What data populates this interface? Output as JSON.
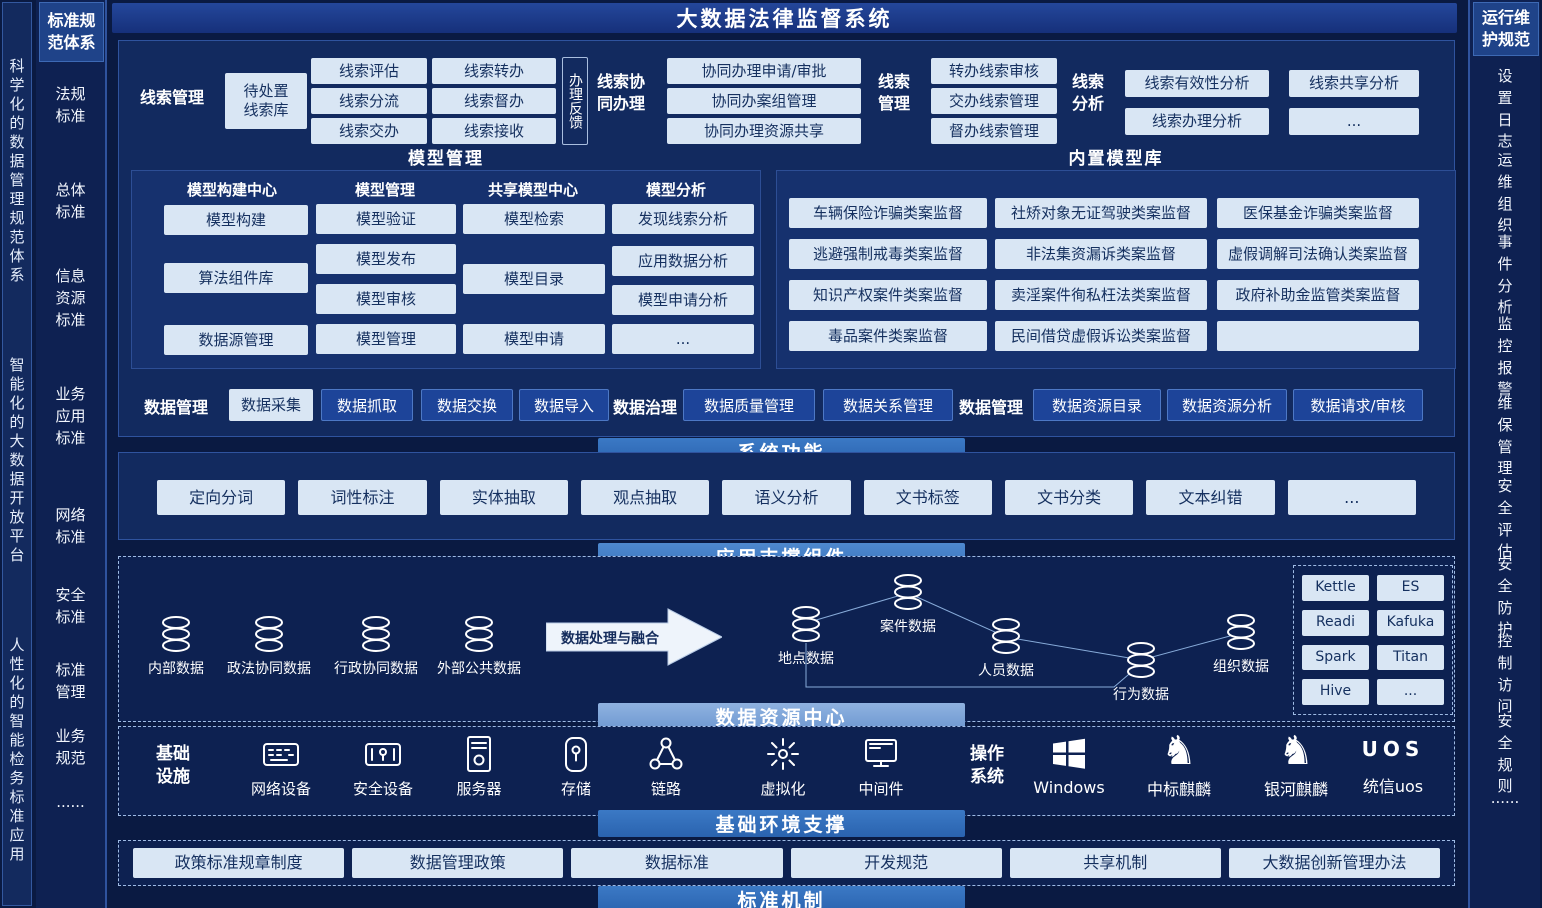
{
  "page_title": "大数据法律监督系统",
  "outer_left": {
    "line1": "科学化的数据管理规范体系",
    "line2": "智能化的大数据开放平台",
    "line3": "人性化的智能检务标准应用"
  },
  "left_sidebar": {
    "header": "标准规范体系",
    "items": [
      "法规标准",
      "总体标准",
      "信息资源标准",
      "业务应用标准",
      "网络标准",
      "安全标准",
      "标准管理",
      "业务规范",
      "......"
    ]
  },
  "right_sidebar": {
    "header": "运行维护规范",
    "items": [
      "设置日志",
      "运维组织",
      "事件分析",
      "监控报警",
      "维保管理",
      "安全评估",
      "安全防护",
      "控制访问",
      "安全规则",
      "......"
    ]
  },
  "clue": {
    "mgmt_label": "线索管理",
    "pending": "待处置线索库",
    "col1": [
      "线索评估",
      "线索分流",
      "线索交办"
    ],
    "col2": [
      "线索转办",
      "线索督办",
      "线索接收"
    ],
    "feedback": "办理反馈",
    "collab_label": "线索协同办理",
    "collab": [
      "协同办理申请/审批",
      "协同办案组管理",
      "协同办理资源共享"
    ],
    "mgmt2_label": "线索管理",
    "mgmt2": [
      "转办线索审核",
      "交办线索管理",
      "督办线索管理"
    ],
    "analysis_label": "线索分析",
    "analysis": [
      "线索有效性分析",
      "线索共享分析",
      "线索办理分析",
      "..."
    ]
  },
  "model": {
    "title": "模型管理",
    "col_headers": [
      "模型构建中心",
      "模型管理",
      "共享模型中心",
      "模型分析"
    ],
    "build": [
      "模型构建",
      "算法组件库",
      "数据源管理"
    ],
    "manage": [
      "模型验证",
      "模型发布",
      "模型审核",
      "模型管理"
    ],
    "share": [
      "模型检索",
      "模型目录",
      "模型申请"
    ],
    "analysis": [
      "发现线索分析",
      "应用数据分析",
      "模型申请分析",
      "..."
    ]
  },
  "builtin": {
    "title": "内置模型库",
    "cells": [
      "车辆保险诈骗类案监督",
      "社矫对象无证驾驶类案监督",
      "医保基金诈骗类案监督",
      "逃避强制戒毒类案监督",
      "非法集资漏诉类案监督",
      "虚假调解司法确认类案监督",
      "知识产权案件类案监督",
      "卖淫案件徇私枉法类案监督",
      "政府补助金监管类案监督",
      "毒品案件类案监督",
      "民间借贷虚假诉讼类案监督",
      ""
    ]
  },
  "datarow": {
    "label1": "数据管理",
    "collect": "数据采集",
    "boxes1": [
      "数据抓取",
      "数据交换",
      "数据导入"
    ],
    "label2": "数据治理",
    "boxes2": [
      "数据质量管理",
      "数据关系管理"
    ],
    "label3": "数据管理",
    "boxes3": [
      "数据资源目录",
      "数据资源分析",
      "数据请求/审核"
    ]
  },
  "sysfunc": {
    "header": "系统功能",
    "items": [
      "定向分词",
      "词性标注",
      "实体抽取",
      "观点抽取",
      "语义分析",
      "文书标签",
      "文书分类",
      "文本纠错",
      "..."
    ]
  },
  "appsupport": {
    "header": "应用支撑组件",
    "sources": [
      "内部数据",
      "政法协同数据",
      "行政协同数据",
      "外部公共数据"
    ],
    "arrow": "数据处理与融合",
    "targets": [
      "地点数据",
      "案件数据",
      "人员数据",
      "行为数据",
      "组织数据"
    ],
    "tools": [
      "Kettle",
      "ES",
      "Readi",
      "Kafuka",
      "Spark",
      "Titan",
      "Hive",
      "..."
    ]
  },
  "datacenter_header": "数据资源中心",
  "infra": {
    "label": "基础设施",
    "devices": [
      "网络设备",
      "安全设备",
      "服务器",
      "存储",
      "链路",
      "虚拟化",
      "中间件"
    ],
    "os_label": "操作系统",
    "os": [
      "Windows",
      "中标麒麟",
      "银河麒麟",
      "统信uos"
    ],
    "uos_logo": "UOS"
  },
  "env_header": "基础环境支撑",
  "policies": [
    "政策标准规章制度",
    "数据管理政策",
    "数据标准",
    "开发规范",
    "共享机制",
    "大数据创新管理办法"
  ],
  "bottom_header": "标准机制",
  "icons": {
    "kylin_horse": "♞"
  }
}
